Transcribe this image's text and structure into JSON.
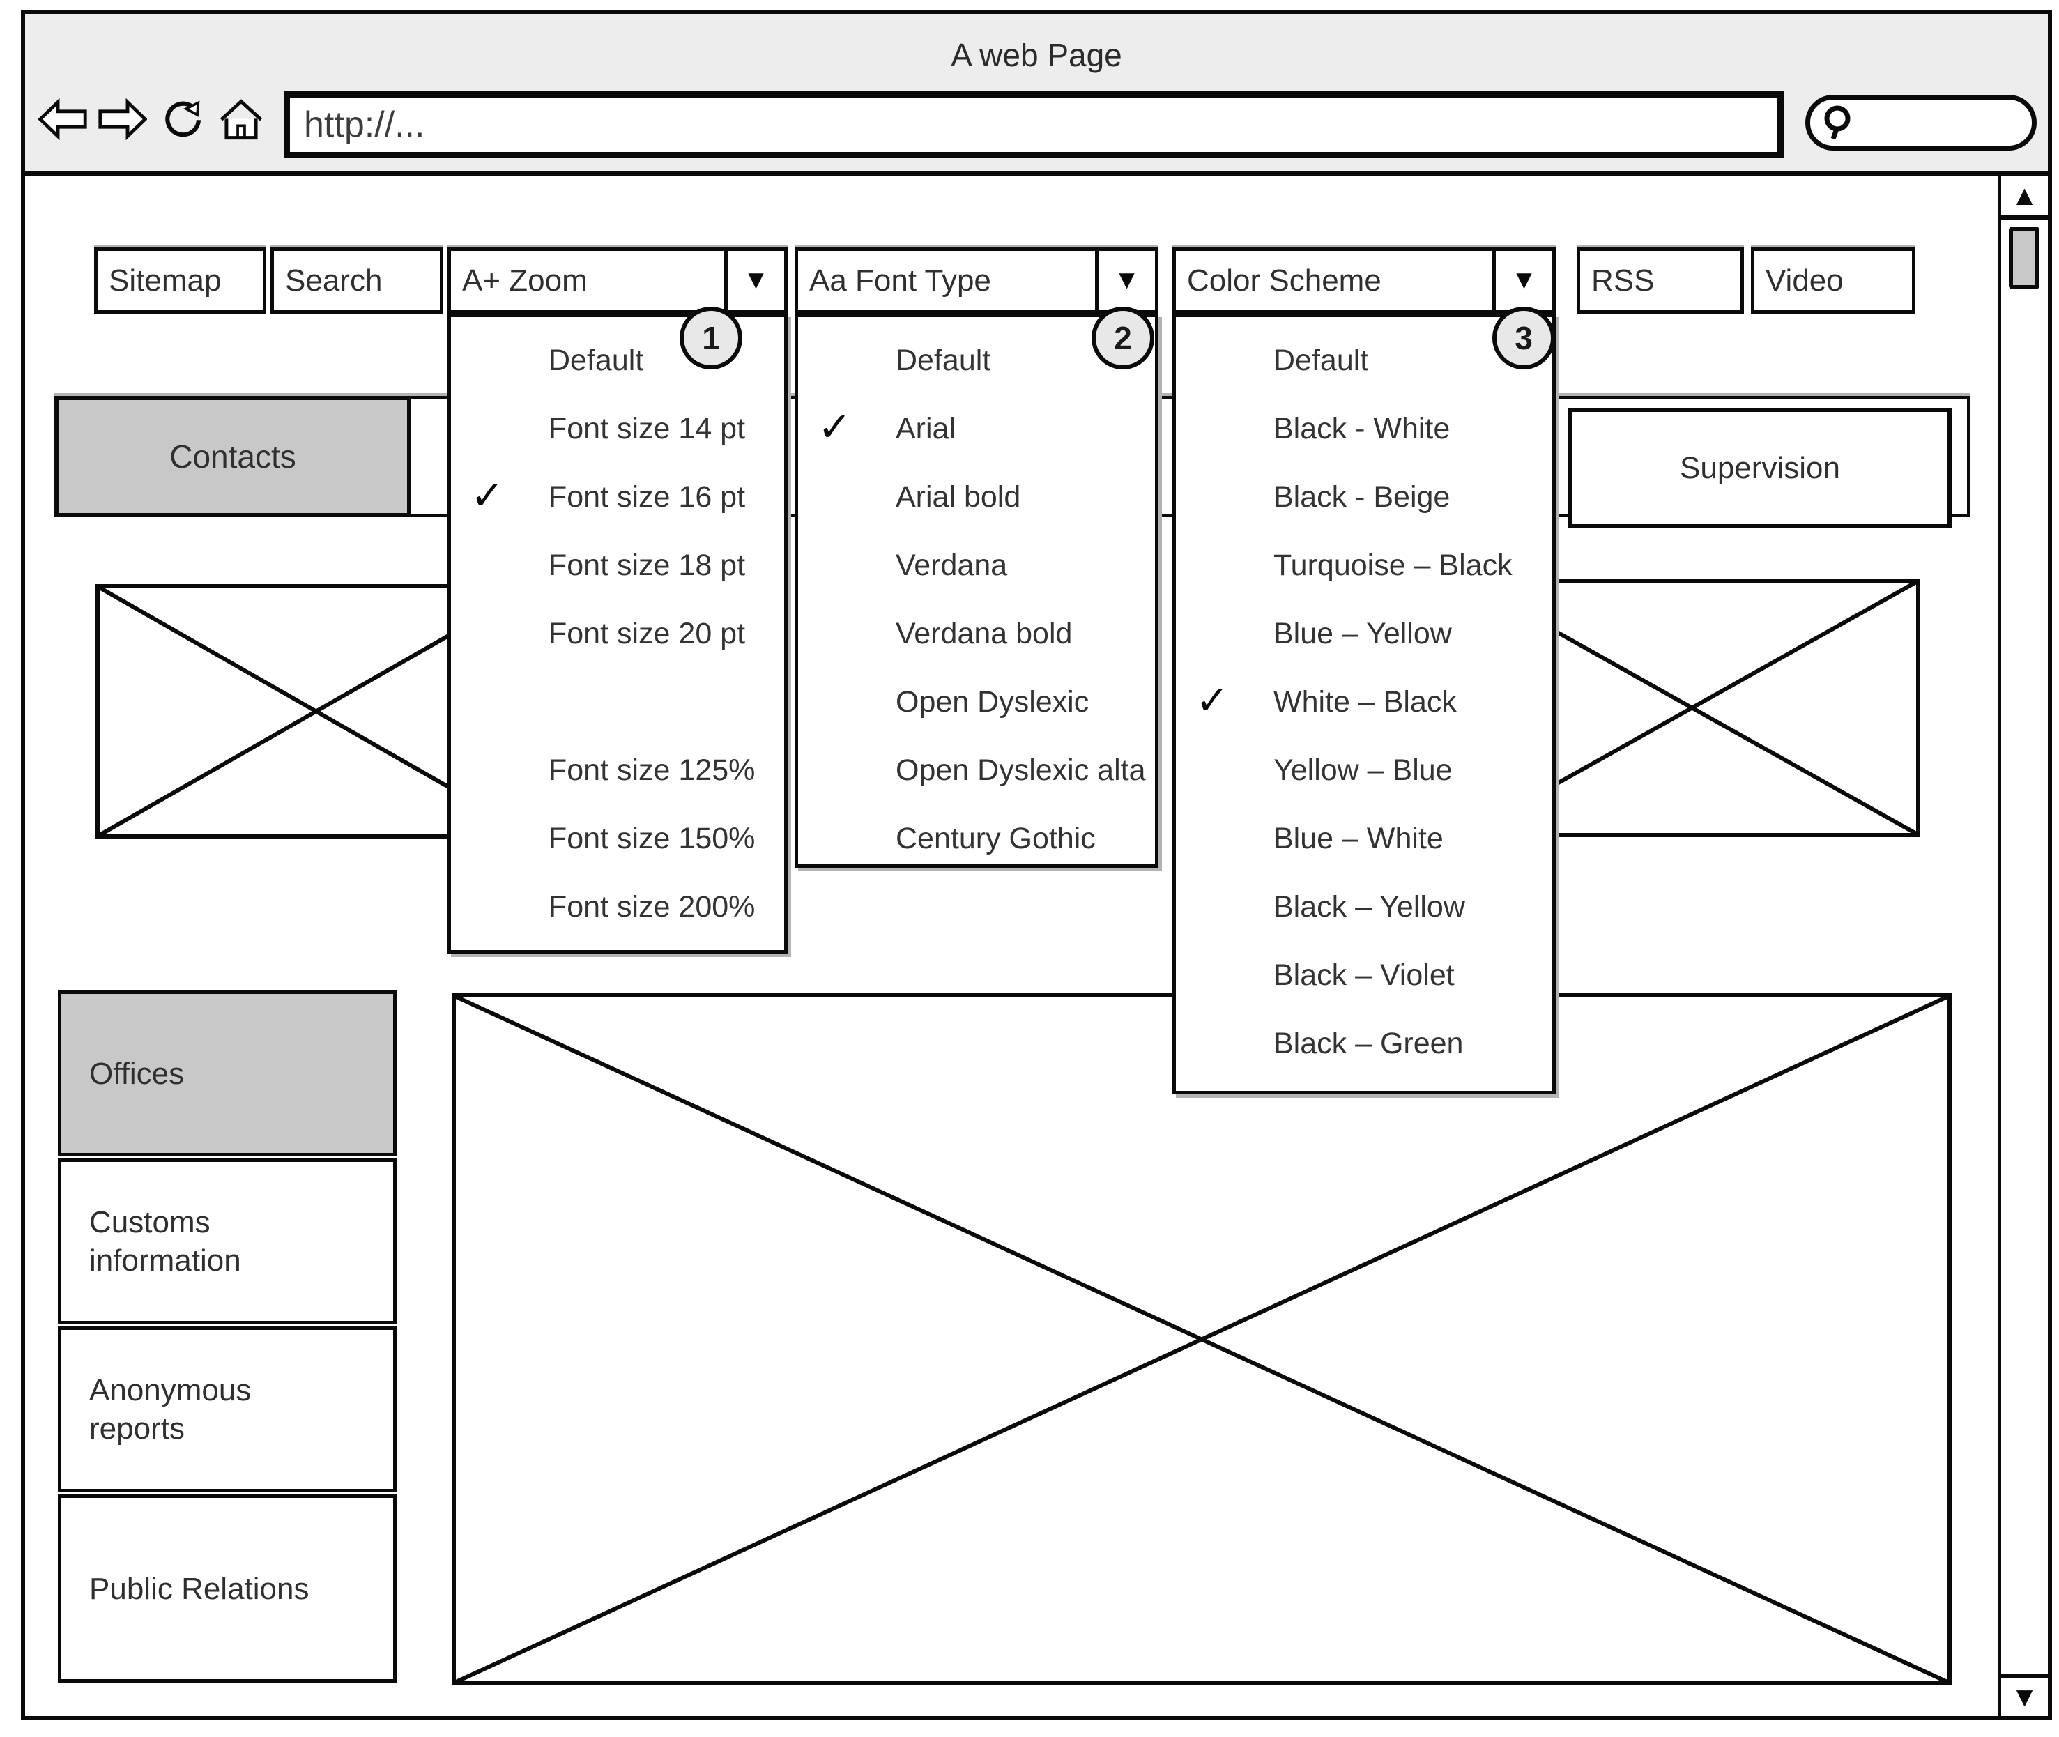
{
  "window": {
    "title": "A web Page"
  },
  "browser": {
    "url_value": "http://...",
    "icons": {
      "back": "arrow-left",
      "forward": "arrow-right",
      "refresh": "circular-arrow",
      "home": "house",
      "search": "magnifier"
    }
  },
  "toolbar": {
    "buttons": [
      {
        "label": "Sitemap"
      },
      {
        "label": "Search"
      }
    ],
    "dropdowns": [
      {
        "label": "A+ Zoom",
        "badge": "1",
        "items": [
          {
            "label": "Default"
          },
          {
            "label": "Font size 14 pt"
          },
          {
            "label": "Font size 16 pt",
            "checked": true
          },
          {
            "label": "Font size 18 pt"
          },
          {
            "label": "Font size 20 pt"
          },
          {
            "label": ""
          },
          {
            "label": "Font size 125%"
          },
          {
            "label": "Font size 150%"
          },
          {
            "label": "Font size 200%"
          }
        ]
      },
      {
        "label": "Aa Font Type",
        "badge": "2",
        "items": [
          {
            "label": "Default"
          },
          {
            "label": "Arial",
            "checked": true
          },
          {
            "label": "Arial bold"
          },
          {
            "label": "Verdana"
          },
          {
            "label": "Verdana bold"
          },
          {
            "label": "Open Dyslexic"
          },
          {
            "label": "Open Dyslexic alta"
          },
          {
            "label": "Century Gothic"
          }
        ]
      },
      {
        "label": "Color Scheme",
        "badge": "3",
        "items": [
          {
            "label": "Default"
          },
          {
            "label": "Black - White"
          },
          {
            "label": "Black - Beige"
          },
          {
            "label": "Turquoise – Black"
          },
          {
            "label": "Blue – Yellow"
          },
          {
            "label": "White – Black",
            "checked": true
          },
          {
            "label": "Yellow – Blue"
          },
          {
            "label": "Blue – White"
          },
          {
            "label": "Black – Yellow"
          },
          {
            "label": "Black – Violet"
          },
          {
            "label": "Black – Green"
          }
        ]
      }
    ],
    "end_buttons": [
      {
        "label": "RSS"
      },
      {
        "label": "Video"
      }
    ]
  },
  "tabs": {
    "contacts": "Contacts",
    "supervision": "Supervision"
  },
  "sidebar": {
    "items": [
      {
        "label": "Offices",
        "active": true
      },
      {
        "label": "Customs\ninformation",
        "active": false
      },
      {
        "label": "Anonymous\nreports",
        "active": false
      },
      {
        "label": "Public Relations",
        "active": false
      }
    ]
  },
  "scrollbar": {
    "up": "▲",
    "down": "▼"
  },
  "glyphs": {
    "dropdown_arrow": "▼",
    "check": "✓"
  },
  "colors": {
    "chrome_bg": "#ededed",
    "active_fill": "#c8c8c8",
    "badge_fill": "#e8e8e8",
    "thumb_fill": "#c8c8c8",
    "border": "#0a0a0a"
  }
}
